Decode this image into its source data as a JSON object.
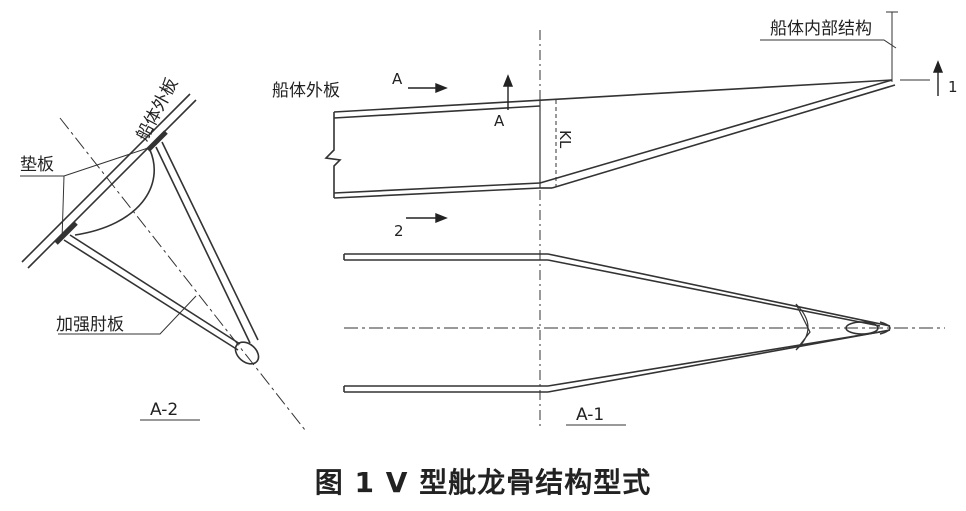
{
  "caption": "图 1  V 型舭龙骨结构型式",
  "left_view": {
    "hull_plate_label": "船体外板",
    "pad_plate_label": "垫板",
    "bracket_label": "加强肘板",
    "view_label": "A-2"
  },
  "right_view": {
    "hull_plate_label": "船体外板",
    "internal_structure_label": "船体内部结构",
    "section_a_upper": "A",
    "section_a_lower": "A",
    "section_1": "1",
    "section_2": "2",
    "spacing_label": "KL",
    "view_label": "A-1"
  }
}
